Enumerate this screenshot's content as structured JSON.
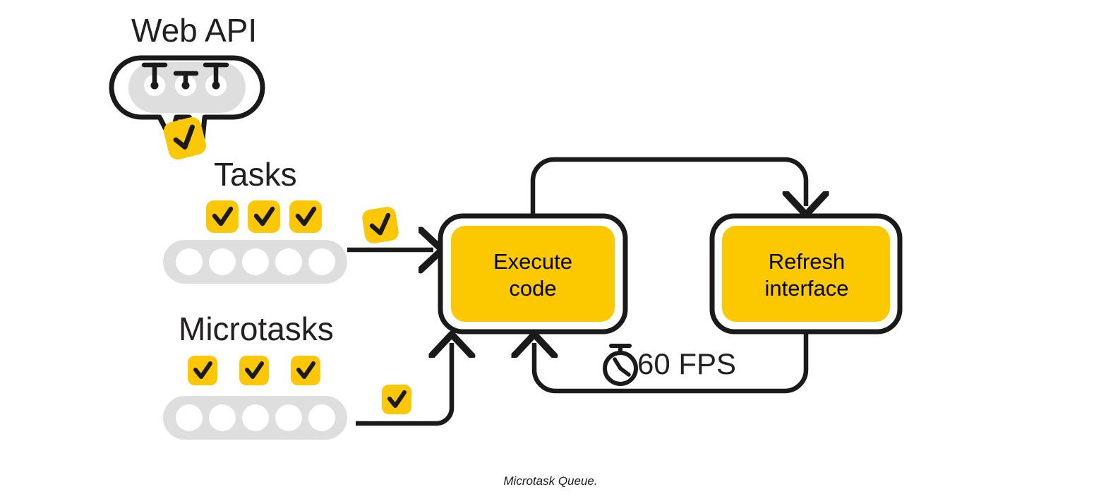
{
  "diagram": {
    "caption": "Microtask Queue.",
    "colors": {
      "yellow": "#FBC707",
      "yellow_box": "#FCC800",
      "gray_queue": "#DEDEDE",
      "ink": "#1a1a1a",
      "label_ink": "#231f20",
      "white": "#ffffff"
    },
    "web_api": {
      "label": "Web API",
      "pin_count": 3,
      "slot_count": 3,
      "emitted_task_icon": "check-tile-icon"
    },
    "tasks": {
      "label": "Tasks",
      "pending_checks": 3,
      "queue_slots": 5,
      "in_flight_icon": "check-tile-icon"
    },
    "microtasks": {
      "label": "Microtasks",
      "pending_checks": 3,
      "queue_slots": 5,
      "in_flight_icon": "check-tile-icon"
    },
    "nodes": [
      {
        "id": "execute",
        "label": "Execute\ncode"
      },
      {
        "id": "refresh",
        "label": "Refresh\ninterface"
      }
    ],
    "loop": {
      "rate_label": "60 FPS",
      "rate_icon": "stopwatch-icon",
      "forward_arrow": "execute-to-refresh-arrow",
      "return_arrow": "refresh-to-execute-arrow"
    }
  }
}
